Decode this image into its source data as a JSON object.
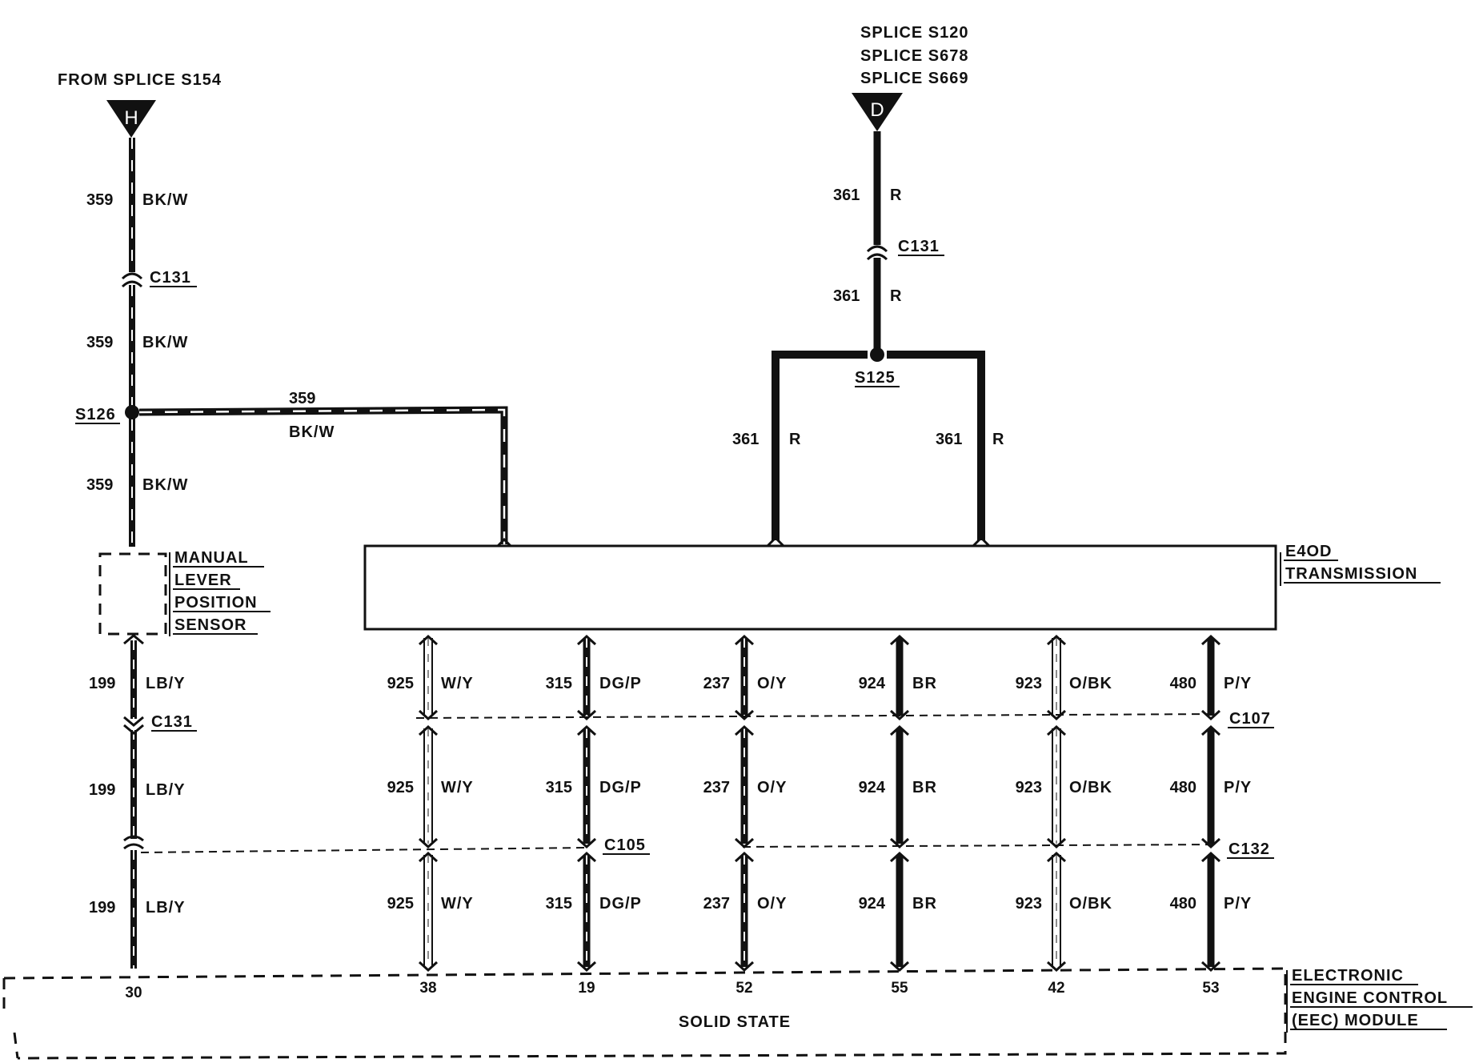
{
  "sources": {
    "from_splice": "FROM SPLICE S154",
    "connector_h": "H",
    "splice_lines": [
      "SPLICE S120",
      "SPLICE S678",
      "SPLICE S669"
    ],
    "connector_d": "D"
  },
  "components": {
    "mlps": [
      "MANUAL",
      "LEVER",
      "POSITION",
      "SENSOR"
    ],
    "transmission": [
      "E4OD",
      "TRANSMISSION"
    ],
    "eec": [
      "ELECTRONIC",
      "ENGINE CONTROL",
      "(EEC) MODULE"
    ],
    "eec_inner": "SOLID STATE"
  },
  "connectors": {
    "c131": "C131",
    "c107": "C107",
    "c105": "C105",
    "c132": "C132"
  },
  "splices": {
    "s126": "S126",
    "s125": "S125"
  },
  "wires": {
    "w359": {
      "circuit": "359",
      "color": "BK/W"
    },
    "w361": {
      "circuit": "361",
      "color": "R"
    },
    "w199": {
      "circuit": "199",
      "color": "LB/Y"
    }
  },
  "harness": [
    {
      "circuit": "925",
      "color": "W/Y",
      "pin": "38",
      "solid": false
    },
    {
      "circuit": "315",
      "color": "DG/P",
      "pin": "19",
      "solid": true
    },
    {
      "circuit": "237",
      "color": "O/Y",
      "pin": "52",
      "solid": true
    },
    {
      "circuit": "924",
      "color": "BR",
      "pin": "55",
      "solid": true
    },
    {
      "circuit": "923",
      "color": "O/BK",
      "pin": "42",
      "solid": false
    },
    {
      "circuit": "480",
      "color": "P/Y",
      "pin": "53",
      "solid": true
    }
  ],
  "eec_pin_199": "30"
}
